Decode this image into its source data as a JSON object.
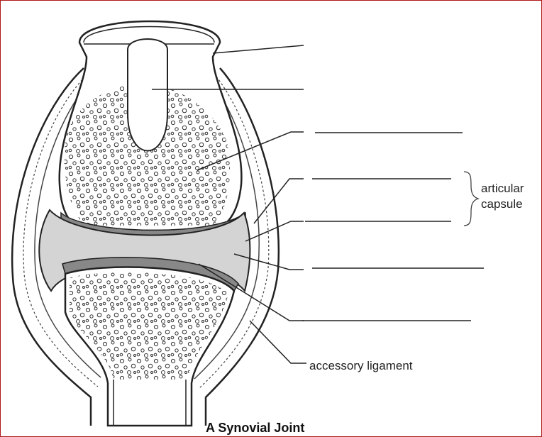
{
  "labels": {
    "articular_capsule_line1": "articular",
    "articular_capsule_line2": "capsule",
    "accessory_ligament": "accessory ligament"
  },
  "title": "A Synovial Joint",
  "colors": {
    "border": "#b01818",
    "ink": "#222222",
    "fluid": "#d4d4d4"
  }
}
